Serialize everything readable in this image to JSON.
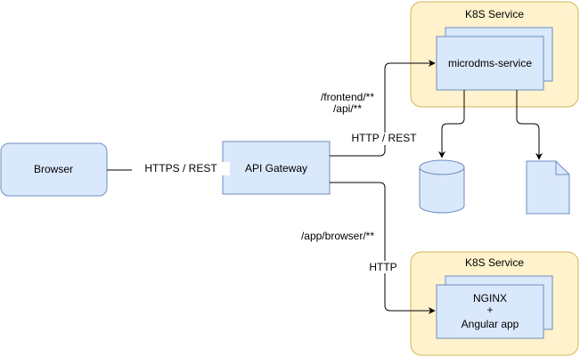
{
  "colors": {
    "box_fill": "#dae8fc",
    "box_stroke": "#6c8ebf",
    "group_fill": "#fff2cc",
    "group_stroke": "#d6b656",
    "connector": "#000000",
    "background": "#ffffff"
  },
  "nodes": {
    "browser": "Browser",
    "api_gateway": "API Gateway",
    "k8s_service_top": "K8S Service",
    "microdms_service": "microdms-service",
    "k8s_service_bottom": "K8S Service",
    "nginx_line1": "NGINX",
    "nginx_line2": "+",
    "nginx_line3": "Angular app",
    "database_icon": "database-cylinder",
    "document_icon": "document-page"
  },
  "edges": {
    "browser_to_gateway": "HTTPS / REST",
    "gateway_to_service_protocol": "HTTP / REST",
    "gateway_to_service_path1": "/frontend/**",
    "gateway_to_service_path2": "/api/**",
    "gateway_to_nginx_path": "/app/browser/**",
    "gateway_to_nginx_protocol": "HTTP"
  }
}
